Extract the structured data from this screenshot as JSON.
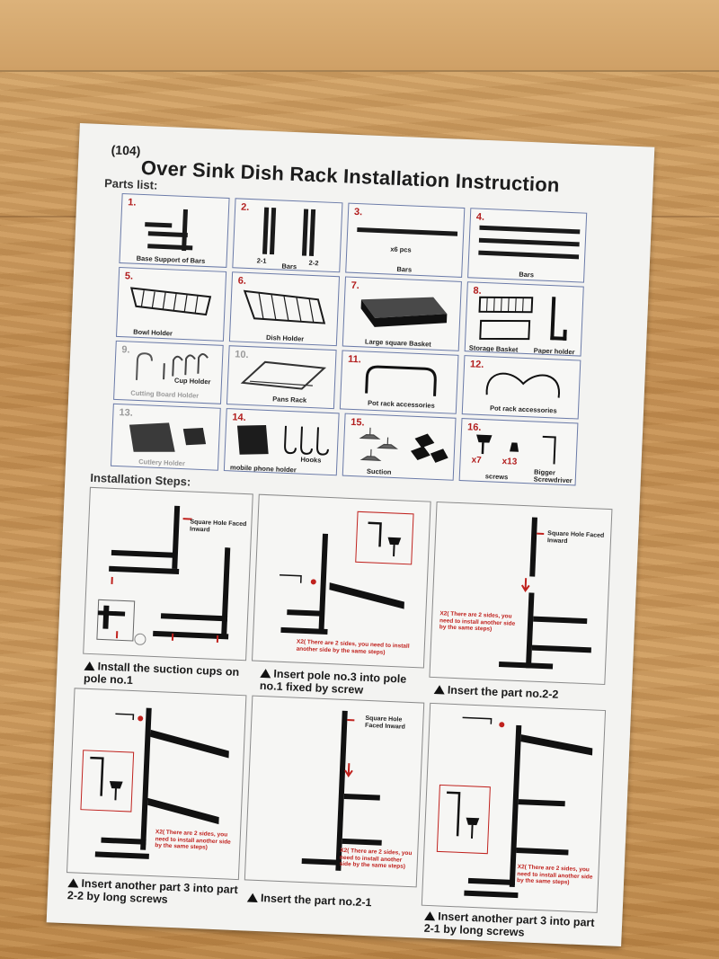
{
  "page_number": "(104)",
  "title": "Over Sink Dish Rack Installation Instruction",
  "parts_heading": "Parts list:",
  "steps_heading": "Installation Steps:",
  "parts": [
    {
      "num": "1.",
      "label": "Base Support of Bars"
    },
    {
      "num": "2.",
      "label": "Bars",
      "sub1": "2-1",
      "sub2": "2-2"
    },
    {
      "num": "3.",
      "label": "Bars",
      "count": "x6 pcs"
    },
    {
      "num": "4.",
      "label": "Bars"
    },
    {
      "num": "5.",
      "label": "Bowl Holder"
    },
    {
      "num": "6.",
      "label": "Dish Holder"
    },
    {
      "num": "7.",
      "label": "Large square Basket"
    },
    {
      "num": "8.",
      "label": "Storage Basket",
      "label2": "Paper holder"
    },
    {
      "num": "9.",
      "label": "Cutting Board Holder",
      "label2": "Cup Holder"
    },
    {
      "num": "10.",
      "label": "Pans Rack"
    },
    {
      "num": "11.",
      "label": "Pot rack accessories"
    },
    {
      "num": "12.",
      "label": "Pot rack accessories"
    },
    {
      "num": "13.",
      "label": "Cutlery Holder"
    },
    {
      "num": "14.",
      "label": "mobile phone holder",
      "label2": "Hooks"
    },
    {
      "num": "15.",
      "label": "Suction"
    },
    {
      "num": "16.",
      "label": "screws",
      "label2": "Bigger Screwdriver",
      "count1": "x7",
      "count2": "x13"
    }
  ],
  "steps": [
    {
      "caption": "Install the suction cups on pole no.1",
      "note": "Square Hole Faced Inward"
    },
    {
      "caption": "Insert pole no.3 into pole no.1 fixed by screw",
      "note": "X2( There are 2 sides, you need to install another side by the same steps)"
    },
    {
      "caption": "Insert the part no.2-2",
      "note": "Square Hole Faced Inward",
      "note2": "X2( There are 2 sides, you need to install another side by the same steps)"
    },
    {
      "caption": "Insert another part 3 into part 2-2 by long screws",
      "note": "X2( There are 2 sides, you need to install another side by the same steps)"
    },
    {
      "caption": "Insert the part no.2-1",
      "note": "Square Hole Faced Inward",
      "note2": "X2( There are 2 sides, you need to install another side by the same steps)"
    },
    {
      "caption": "Insert another part 3 into part 2-1 by long screws",
      "note": "X2( There are 2 sides, you need to install another side by the same steps)"
    }
  ],
  "colors": {
    "paper": "#f3f3f1",
    "accent": "#c0221e",
    "grid": "#6a7aa8",
    "wood": "#c99a5e"
  }
}
